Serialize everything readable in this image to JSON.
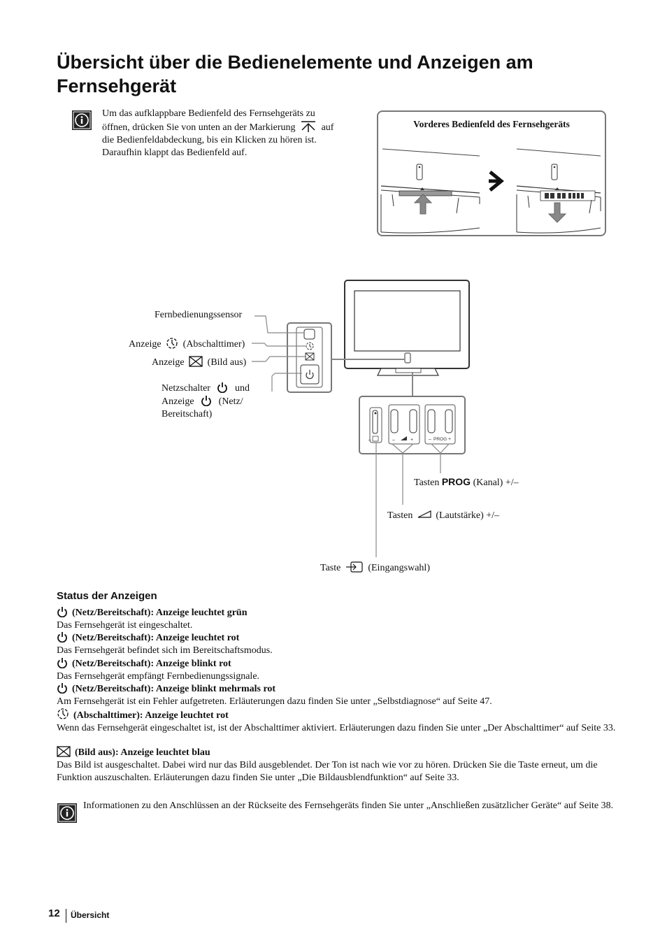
{
  "title": "Übersicht über die Bedienelemente und Anzeigen am Fernsehgerät",
  "intro": {
    "line1": "Um das aufklappbare Bedienfeld des Fernsehgeräts zu",
    "line2a": "öffnen, drücken Sie von unten an der Markierung",
    "line2b": "auf",
    "line3": "die Bedienfeldabdeckung, bis ein Klicken zu hören ist.",
    "line4": "Daraufhin klappt das Bedienfeld auf."
  },
  "front_panel_title": "Vorderes Bedienfeld des Fernsehgeräts",
  "labels": {
    "sensor": "Fernbedienungssensor",
    "timer_a": "Anzeige",
    "timer_b": "(Abschalttimer)",
    "picoff_a": "Anzeige",
    "picoff_b": "(Bild aus)",
    "power_a": "Netzschalter",
    "power_b": "und",
    "power_c": "Anzeige",
    "power_d": "(Netz/",
    "power_e": "Bereitschaft)",
    "prog_a": "Tasten",
    "prog_b": "PROG",
    "prog_c": "(Kanal) +/–",
    "vol_a": "Tasten",
    "vol_b": "(Lautstärke) +/–",
    "input_a": "Taste",
    "input_b": "(Eingangswahl)",
    "panel_prog": "PROG"
  },
  "status": {
    "heading": "Status der Anzeigen",
    "items": [
      {
        "head": "(Netz/Bereitschaft): Anzeige leuchtet grün",
        "text": "Das Fernsehgerät ist eingeschaltet."
      },
      {
        "head": "(Netz/Bereitschaft): Anzeige leuchtet rot",
        "text": "Das Fernsehgerät befindet sich im Bereitschaftsmodus."
      },
      {
        "head": "(Netz/Bereitschaft): Anzeige blinkt rot",
        "text": "Das Fernsehgerät empfängt Fernbedienungssignale."
      },
      {
        "head": "(Netz/Bereitschaft): Anzeige blinkt mehrmals rot",
        "text": "Am Fernsehgerät ist ein Fehler aufgetreten. Erläuterungen dazu finden Sie unter „Selbstdiagnose“ auf Seite 47."
      },
      {
        "head": "(Abschalttimer): Anzeige leuchtet rot",
        "text": "Wenn das Fernsehgerät eingeschaltet ist, ist der Abschalttimer aktiviert. Erläuterungen dazu finden Sie unter „Der Abschalttimer“ auf Seite 33."
      },
      {
        "head": "(Bild aus): Anzeige leuchtet blau",
        "text": "Das Bild ist ausgeschaltet. Dabei wird nur das Bild ausgeblendet. Der Ton ist nach wie vor zu hören. Drücken Sie die Taste erneut, um die Funktion auszuschalten. Erläuterungen dazu finden Sie unter „Die Bildausblendfunktion“ auf Seite 33."
      }
    ]
  },
  "note": "Informationen zu den Anschlüssen an der Rückseite des Fernsehgeräts finden Sie unter „Anschließen zusätzlicher Geräte“ auf Seite 38.",
  "footer": {
    "page": "12",
    "section": "Übersicht"
  }
}
